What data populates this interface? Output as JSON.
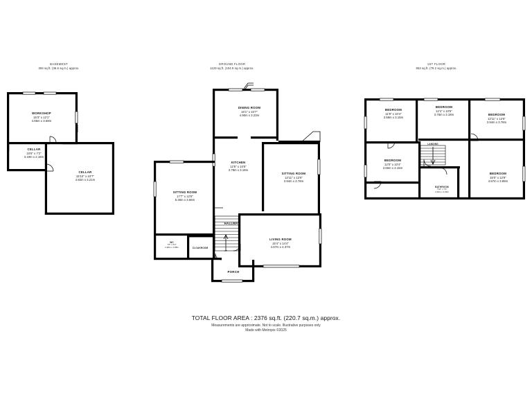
{
  "document": {
    "type": "floor-plan",
    "total_area_line": "TOTAL FLOOR AREA : 2376 sq.ft. (220.7 sq.m.) approx.",
    "disclaimer_line_1": "Measurements are approximate.  Not to scale.  Illustrative purposes only",
    "disclaimer_line_2": "Made with Metropix ©2025"
  },
  "floors": [
    {
      "id": "basement",
      "name": "BASEMENT",
      "area": "394 sq.ft. (36.6 sq.m.) approx.",
      "rooms": [
        {
          "name": "WORKSHOP",
          "imperial": "15'3\"  x 12'1\"",
          "metric": "4.65m  x 3.69m"
        },
        {
          "name": "CELLAR",
          "imperial": "10'6\"  x 7'2\"",
          "metric": "3.19m  x 2.18m"
        },
        {
          "name": "CELLAR",
          "imperial": "15'10\"  x 10'7\"",
          "metric": "4.82m  x 3.21m"
        }
      ]
    },
    {
      "id": "ground-floor",
      "name": "GROUND FLOOR",
      "area": "1129 sq.ft. (104.9 sq.m.) approx.",
      "rooms": [
        {
          "name": "DINING ROOM",
          "imperial": "16'1\"  x 10'7\"",
          "metric": "4.90m  x 3.23m"
        },
        {
          "name": "KITCHEN",
          "imperial": "12'5\"  x 10'5\"",
          "metric": "3.78m  x 3.18m"
        },
        {
          "name": "SITTING ROOM",
          "imperial": "12'11\"  x 12'5\"",
          "metric": "3.94m  x 3.78m"
        },
        {
          "name": "SITTING ROOM",
          "imperial": "17'7\"  x 12'0\"",
          "metric": "5.36m  x 3.66m"
        },
        {
          "name": "LIVING ROOM",
          "imperial": "15'4\"  x 14'4\"",
          "metric": "4.67m  x 4.37m"
        },
        {
          "name": "WC",
          "imperial": "7'6\"  x 6'2\"",
          "metric": "2.28m  x 1.88m"
        }
      ],
      "labels": {
        "hallway": "HALLWAY",
        "porch": "PORCH",
        "cloakroom": "CLOAKROOM",
        "stair_up": "UP"
      }
    },
    {
      "id": "first-floor",
      "name": "1ST FLOOR",
      "area": "853 sq.ft. (79.2 sq.m.) approx.",
      "rooms": [
        {
          "name": "BEDROOM",
          "imperial": "11'9\"  x 10'4\"",
          "metric": "3.58m  x 3.15m"
        },
        {
          "name": "BEDROOM",
          "imperial": "12'4\"  x 10'5\"",
          "metric": "3.76m  x 3.18m"
        },
        {
          "name": "BEDROOM",
          "imperial": "12'11\"  x 12'5\"",
          "metric": "3.94m  x 3.78m"
        },
        {
          "name": "BEDROOM",
          "imperial": "12'0\"  x 10'4\"",
          "metric": "3.66m  x 3.15m"
        },
        {
          "name": "BATHROOM",
          "imperial": "7'10\"  x 7'3\"",
          "metric": "2.39m  x 2.20m"
        },
        {
          "name": "BEDROOM",
          "imperial": "15'0\"  x 12'9\"",
          "metric": "4.57m  x 3.89m"
        }
      ],
      "labels": {
        "landing": "LANDING",
        "stair_down": "DN"
      }
    }
  ],
  "colors": {
    "wall": "#000000",
    "background": "#ffffff",
    "text": "#111111"
  }
}
